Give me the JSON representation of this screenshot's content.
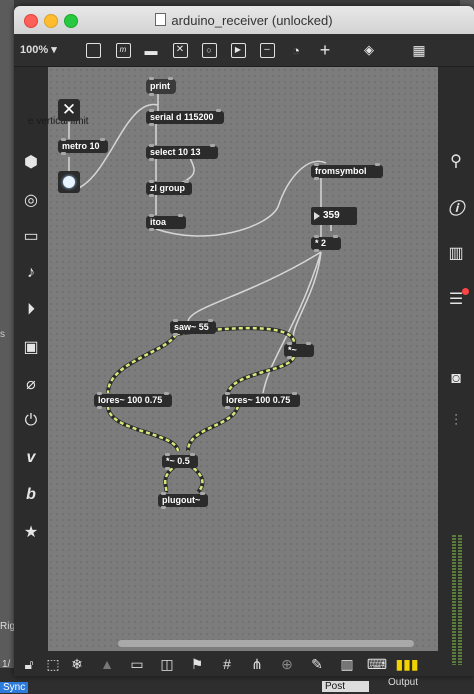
{
  "window": {
    "title": "arduino_receiver (unlocked)"
  },
  "toolbar": {
    "zoom": "100%",
    "zoom_arrow": "▾"
  },
  "background": {
    "bottom_sync": "Sync",
    "bottom_post": "Post",
    "bottom_output": "Output",
    "left_text_1": "Rig",
    "left_text_2": "1/",
    "left_text_3": "s"
  },
  "patch": {
    "comment": "e vertical limit",
    "objects": {
      "print": "print",
      "serial": "serial d 115200",
      "metro": "metro 10",
      "select": "select 10 13",
      "zl": "zl group",
      "itoa": "itoa",
      "fromsymbol": "fromsymbol",
      "number_value": "359",
      "mul2": "* 2",
      "saw": "saw~ 55",
      "mulsig": "*~",
      "lores1": "lores~ 100 0.75",
      "lores2": "lores~ 100 0.75",
      "mul05": "*~ 0.5",
      "plugout": "plugout~"
    }
  },
  "colors": {
    "canvas": "#7c7c7c",
    "object": "#2b2b2b",
    "patchcord": "#d6d6d6",
    "signal_cord": "#d8e87a",
    "accent": "#f2d300"
  },
  "icons": {
    "toolbar": [
      "presentation-icon",
      "text-icon",
      "comment-icon",
      "button-icon",
      "toggle-icon",
      "message-icon",
      "minus-icon",
      "dial-icon",
      "plus-icon",
      "paint-bucket-icon",
      "grid-icon"
    ],
    "left": [
      "cube-icon",
      "circle-icon",
      "console-icon",
      "note-icon",
      "sequencer-icon",
      "image-icon",
      "paperclip-icon",
      "plug-icon",
      "vimeo-icon",
      "bitcoin-icon",
      "star-icon"
    ],
    "right": [
      "search-icon",
      "info-icon",
      "book-icon",
      "list-icon",
      "camera-icon",
      "sliders-icon"
    ],
    "bottom": [
      "lock-icon",
      "edit-icon",
      "snowflake-icon",
      "warning-icon",
      "present-icon",
      "layers-icon",
      "flag-icon",
      "hash-icon",
      "tree-icon",
      "debug-icon",
      "wrench-icon",
      "piano-icon",
      "keyboard-icon",
      "bars-icon"
    ]
  }
}
